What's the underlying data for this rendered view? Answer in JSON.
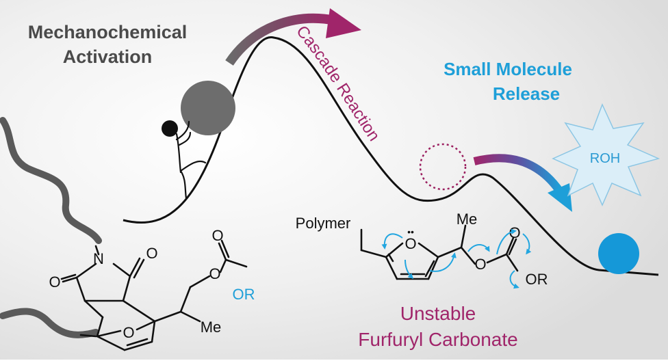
{
  "labels": {
    "mechano_line1": "Mechanochemical",
    "mechano_line2": "Activation",
    "cascade": "Cascade Reaction",
    "release_line1": "Small Molecule",
    "release_line2": "Release",
    "roh": "ROH",
    "unstable_line1": "Unstable",
    "unstable_line2": "Furfuryl Carbonate"
  },
  "left_structure": {
    "n": "N",
    "o_top": "O",
    "o_left": "O",
    "o_bridge": "O",
    "o_ester": "O",
    "o_carbonyl": "O",
    "or": "OR",
    "me": "Me"
  },
  "right_structure": {
    "polymer": "Polymer",
    "o_ring": "O",
    "me": "Me",
    "o_ester": "O",
    "o_carbonyl": "O",
    "or": "OR",
    "lone_pair": "••"
  },
  "colors": {
    "text_gray": "#4a4a4a",
    "release_blue": "#1e9fd8",
    "cascade_purple": "#a0256a",
    "ball_gray": "#6d6d6d",
    "ball_blue": "#1598d8",
    "polymer_gray": "#5a5a5a",
    "starburst_fill": "#dbeef8",
    "arrow_blue": "#22a6e0"
  }
}
